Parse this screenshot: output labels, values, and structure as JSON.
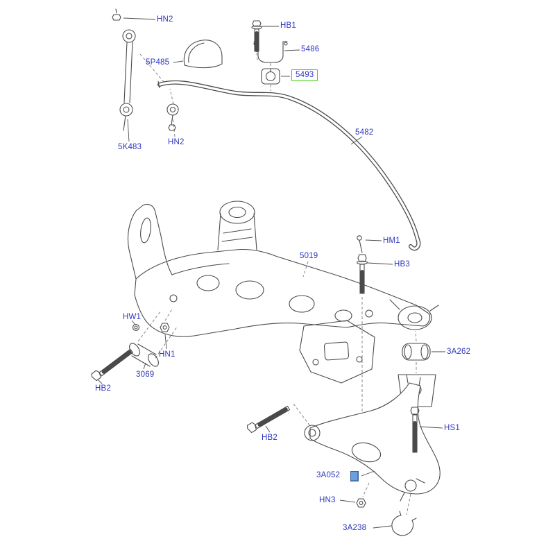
{
  "diagram": {
    "colors": {
      "label_blue": "#2f35c0",
      "highlight_green": "#45cc12",
      "marker_blue": "#6d9edd",
      "line_gray": "#4a4a4a"
    },
    "highlighted_part": "5493",
    "marker_next_to": "3A052"
  },
  "labels": [
    {
      "text": "HN2"
    },
    {
      "text": "HB1"
    },
    {
      "text": "5486"
    },
    {
      "text": "5P485"
    },
    {
      "text": "5493",
      "boxed": true
    },
    {
      "text": "5482"
    },
    {
      "text": "5K483"
    },
    {
      "text": "HN2"
    },
    {
      "text": "HM1"
    },
    {
      "text": "5019"
    },
    {
      "text": "HB3"
    },
    {
      "text": "HW1"
    },
    {
      "text": "HN1"
    },
    {
      "text": "3069"
    },
    {
      "text": "HB2"
    },
    {
      "text": "3A262"
    },
    {
      "text": "HB2"
    },
    {
      "text": "HS1"
    },
    {
      "text": "3A052"
    },
    {
      "text": "HN3"
    },
    {
      "text": "3A238"
    }
  ]
}
